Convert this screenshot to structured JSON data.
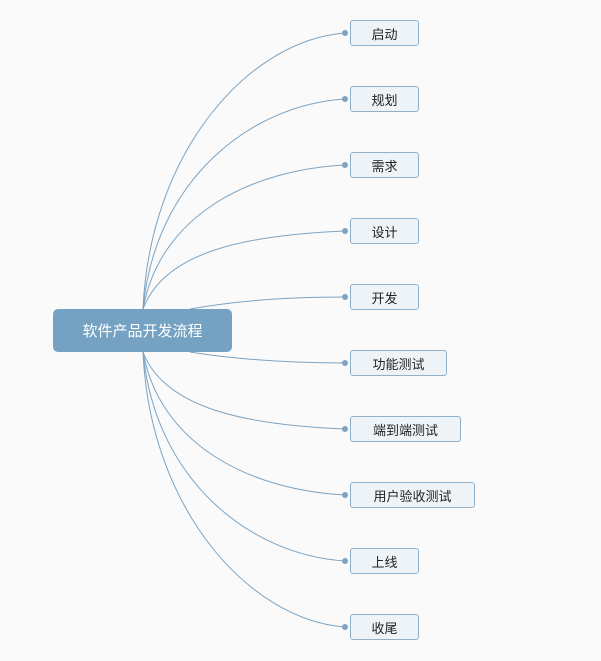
{
  "root": {
    "label": "软件产品开发流程"
  },
  "children": [
    {
      "label": "启动"
    },
    {
      "label": "规划"
    },
    {
      "label": "需求"
    },
    {
      "label": "设计"
    },
    {
      "label": "开发"
    },
    {
      "label": "功能测试"
    },
    {
      "label": "端到端测试"
    },
    {
      "label": "用户验收测试"
    },
    {
      "label": "上线"
    },
    {
      "label": "收尾"
    }
  ],
  "colors": {
    "root_fill": "#75a1c3",
    "node_fill": "#eef3f8",
    "node_border": "#8fb0cb",
    "connector": "#7ca3c2"
  }
}
